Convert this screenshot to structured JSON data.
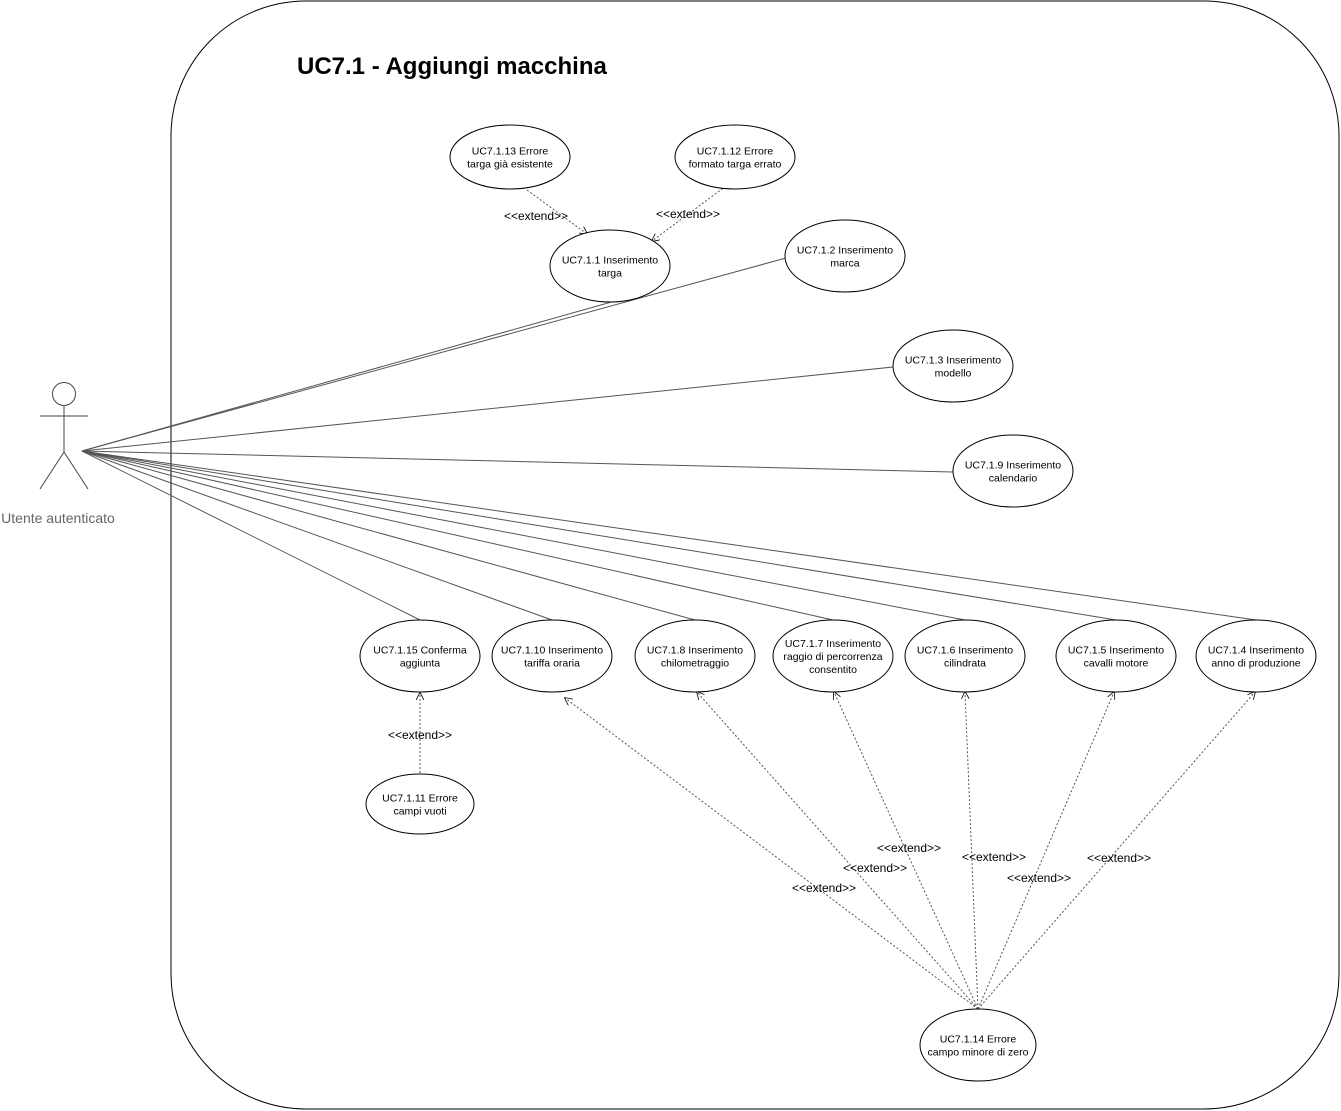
{
  "title": "UC7.1 - Aggiungi macchina",
  "actor": {
    "name": "Utente autenticato"
  },
  "extend_label": "<<extend>>",
  "use_cases": [
    {
      "id": "uc113",
      "lines": [
        "UC7.1.13 Errore",
        "targa già esistente"
      ]
    },
    {
      "id": "uc112",
      "lines": [
        "UC7.1.12 Errore",
        "formato targa errato"
      ]
    },
    {
      "id": "uc11",
      "lines": [
        "UC7.1.1 Inserimento",
        "targa"
      ]
    },
    {
      "id": "uc12",
      "lines": [
        "UC7.1.2 Inserimento",
        "marca"
      ]
    },
    {
      "id": "uc13",
      "lines": [
        "UC7.1.3 Inserimento",
        "modello"
      ]
    },
    {
      "id": "uc19",
      "lines": [
        "UC7.1.9 Inserimento",
        "calendario"
      ]
    },
    {
      "id": "uc115",
      "lines": [
        "UC7.1.15 Conferma",
        "aggiunta"
      ]
    },
    {
      "id": "uc110",
      "lines": [
        "UC7.1.10 Inserimento",
        "tariffa oraria"
      ]
    },
    {
      "id": "uc18",
      "lines": [
        "UC7.1.8 Inserimento",
        "chilometraggio"
      ]
    },
    {
      "id": "uc17",
      "lines": [
        "UC7.1.7 Inserimento",
        "raggio di percorrenza",
        "consentito"
      ]
    },
    {
      "id": "uc16",
      "lines": [
        "UC7.1.6 Inserimento",
        "cilindrata"
      ]
    },
    {
      "id": "uc15",
      "lines": [
        "UC7.1.5 Inserimento",
        "cavalli motore"
      ]
    },
    {
      "id": "uc14",
      "lines": [
        "UC7.1.4 Inserimento",
        "anno di produzione"
      ]
    },
    {
      "id": "uc111",
      "lines": [
        "UC7.1.11 Errore",
        "campi vuoti"
      ]
    },
    {
      "id": "uc114",
      "lines": [
        "UC7.1.14 Errore",
        "campo minore di zero"
      ]
    }
  ],
  "associations": [
    "uc11",
    "uc12",
    "uc13",
    "uc19",
    "uc115",
    "uc110",
    "uc18",
    "uc17",
    "uc16",
    "uc15",
    "uc14"
  ],
  "extends": [
    {
      "from": "uc113",
      "to": "uc11"
    },
    {
      "from": "uc112",
      "to": "uc11"
    },
    {
      "from": "uc111",
      "to": "uc115"
    },
    {
      "from": "uc114",
      "to": "uc110"
    },
    {
      "from": "uc114",
      "to": "uc18"
    },
    {
      "from": "uc114",
      "to": "uc17"
    },
    {
      "from": "uc114",
      "to": "uc16"
    },
    {
      "from": "uc114",
      "to": "uc15"
    },
    {
      "from": "uc114",
      "to": "uc14"
    }
  ]
}
